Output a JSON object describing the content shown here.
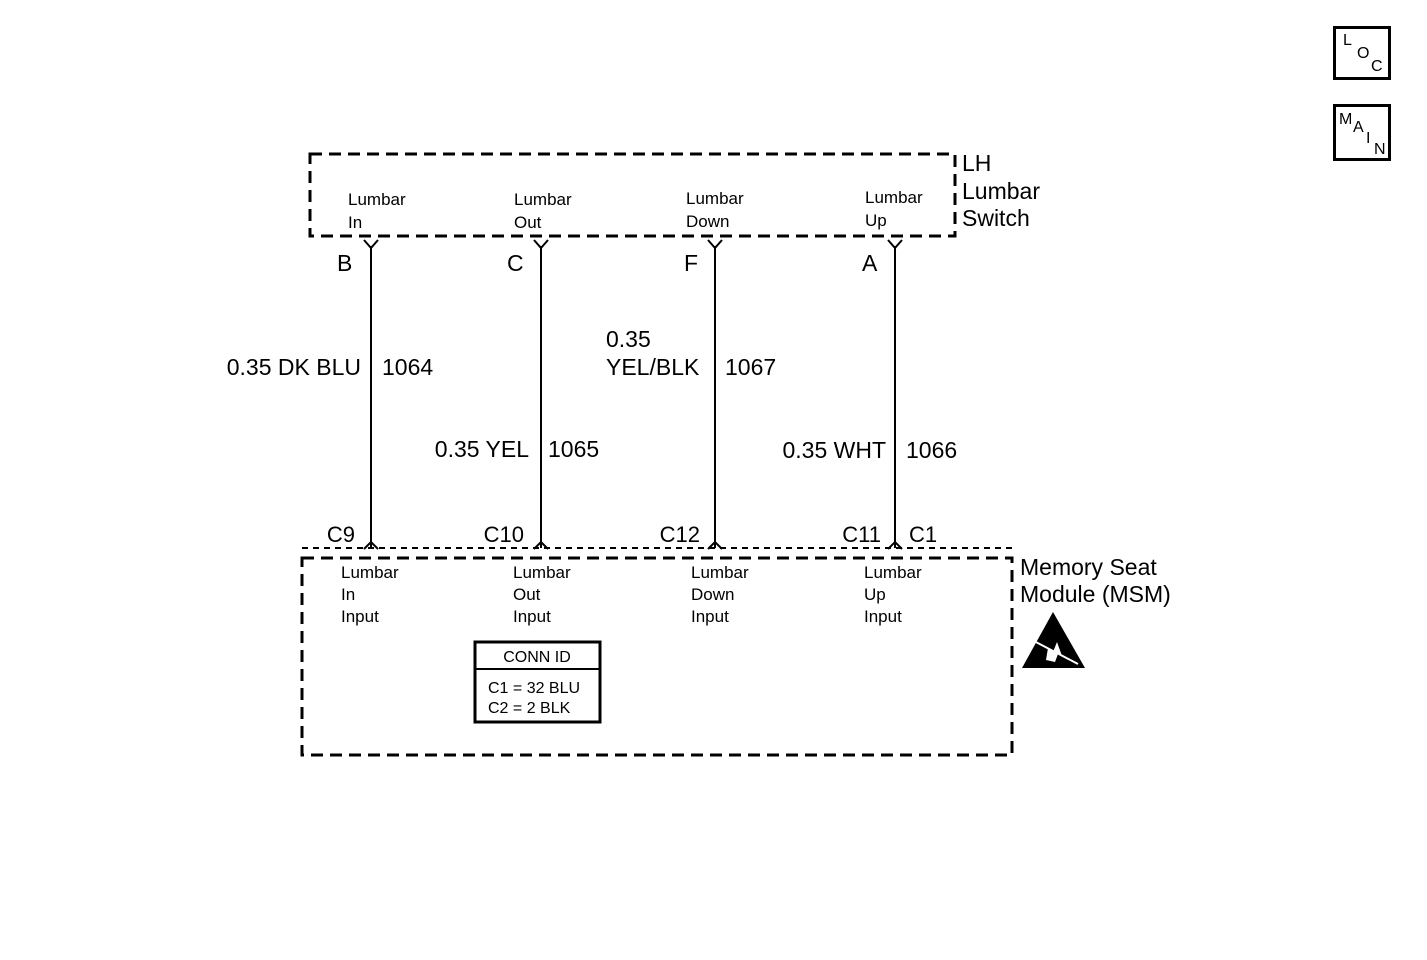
{
  "nav": {
    "loc": [
      "L",
      "O",
      "C"
    ],
    "main": [
      "M",
      "A",
      "I",
      "N"
    ]
  },
  "switch": {
    "name_lines": [
      "LH",
      "Lumbar",
      "Switch"
    ],
    "functions": [
      [
        "Lumbar",
        "In"
      ],
      [
        "Lumbar",
        "Out"
      ],
      [
        "Lumbar",
        "Down"
      ],
      [
        "Lumbar",
        "Up"
      ]
    ],
    "pins": [
      "B",
      "C",
      "F",
      "A"
    ]
  },
  "wires": [
    {
      "gauge_color_lines": [
        "0.35 DK BLU"
      ],
      "circuit": "1064"
    },
    {
      "gauge_color_lines": [
        "0.35 YEL"
      ],
      "circuit": "1065"
    },
    {
      "gauge_color_lines": [
        "0.35",
        "YEL/BLK"
      ],
      "circuit": "1067"
    },
    {
      "gauge_color_lines": [
        "0.35 WHT"
      ],
      "circuit": "1066"
    }
  ],
  "module": {
    "name_lines": [
      "Memory Seat",
      "Module (MSM)"
    ],
    "pins": [
      "C9",
      "C10",
      "C12",
      "C11"
    ],
    "connector_label": "C1",
    "inputs": [
      [
        "Lumbar",
        "In",
        "Input"
      ],
      [
        "Lumbar",
        "Out",
        "Input"
      ],
      [
        "Lumbar",
        "Down",
        "Input"
      ],
      [
        "Lumbar",
        "Up",
        "Input"
      ]
    ],
    "esd_icon": "esd-warning-icon"
  },
  "conn_id": {
    "title": "CONN ID",
    "rows": [
      "C1 = 32 BLU",
      "C2 = 2 BLK"
    ]
  }
}
